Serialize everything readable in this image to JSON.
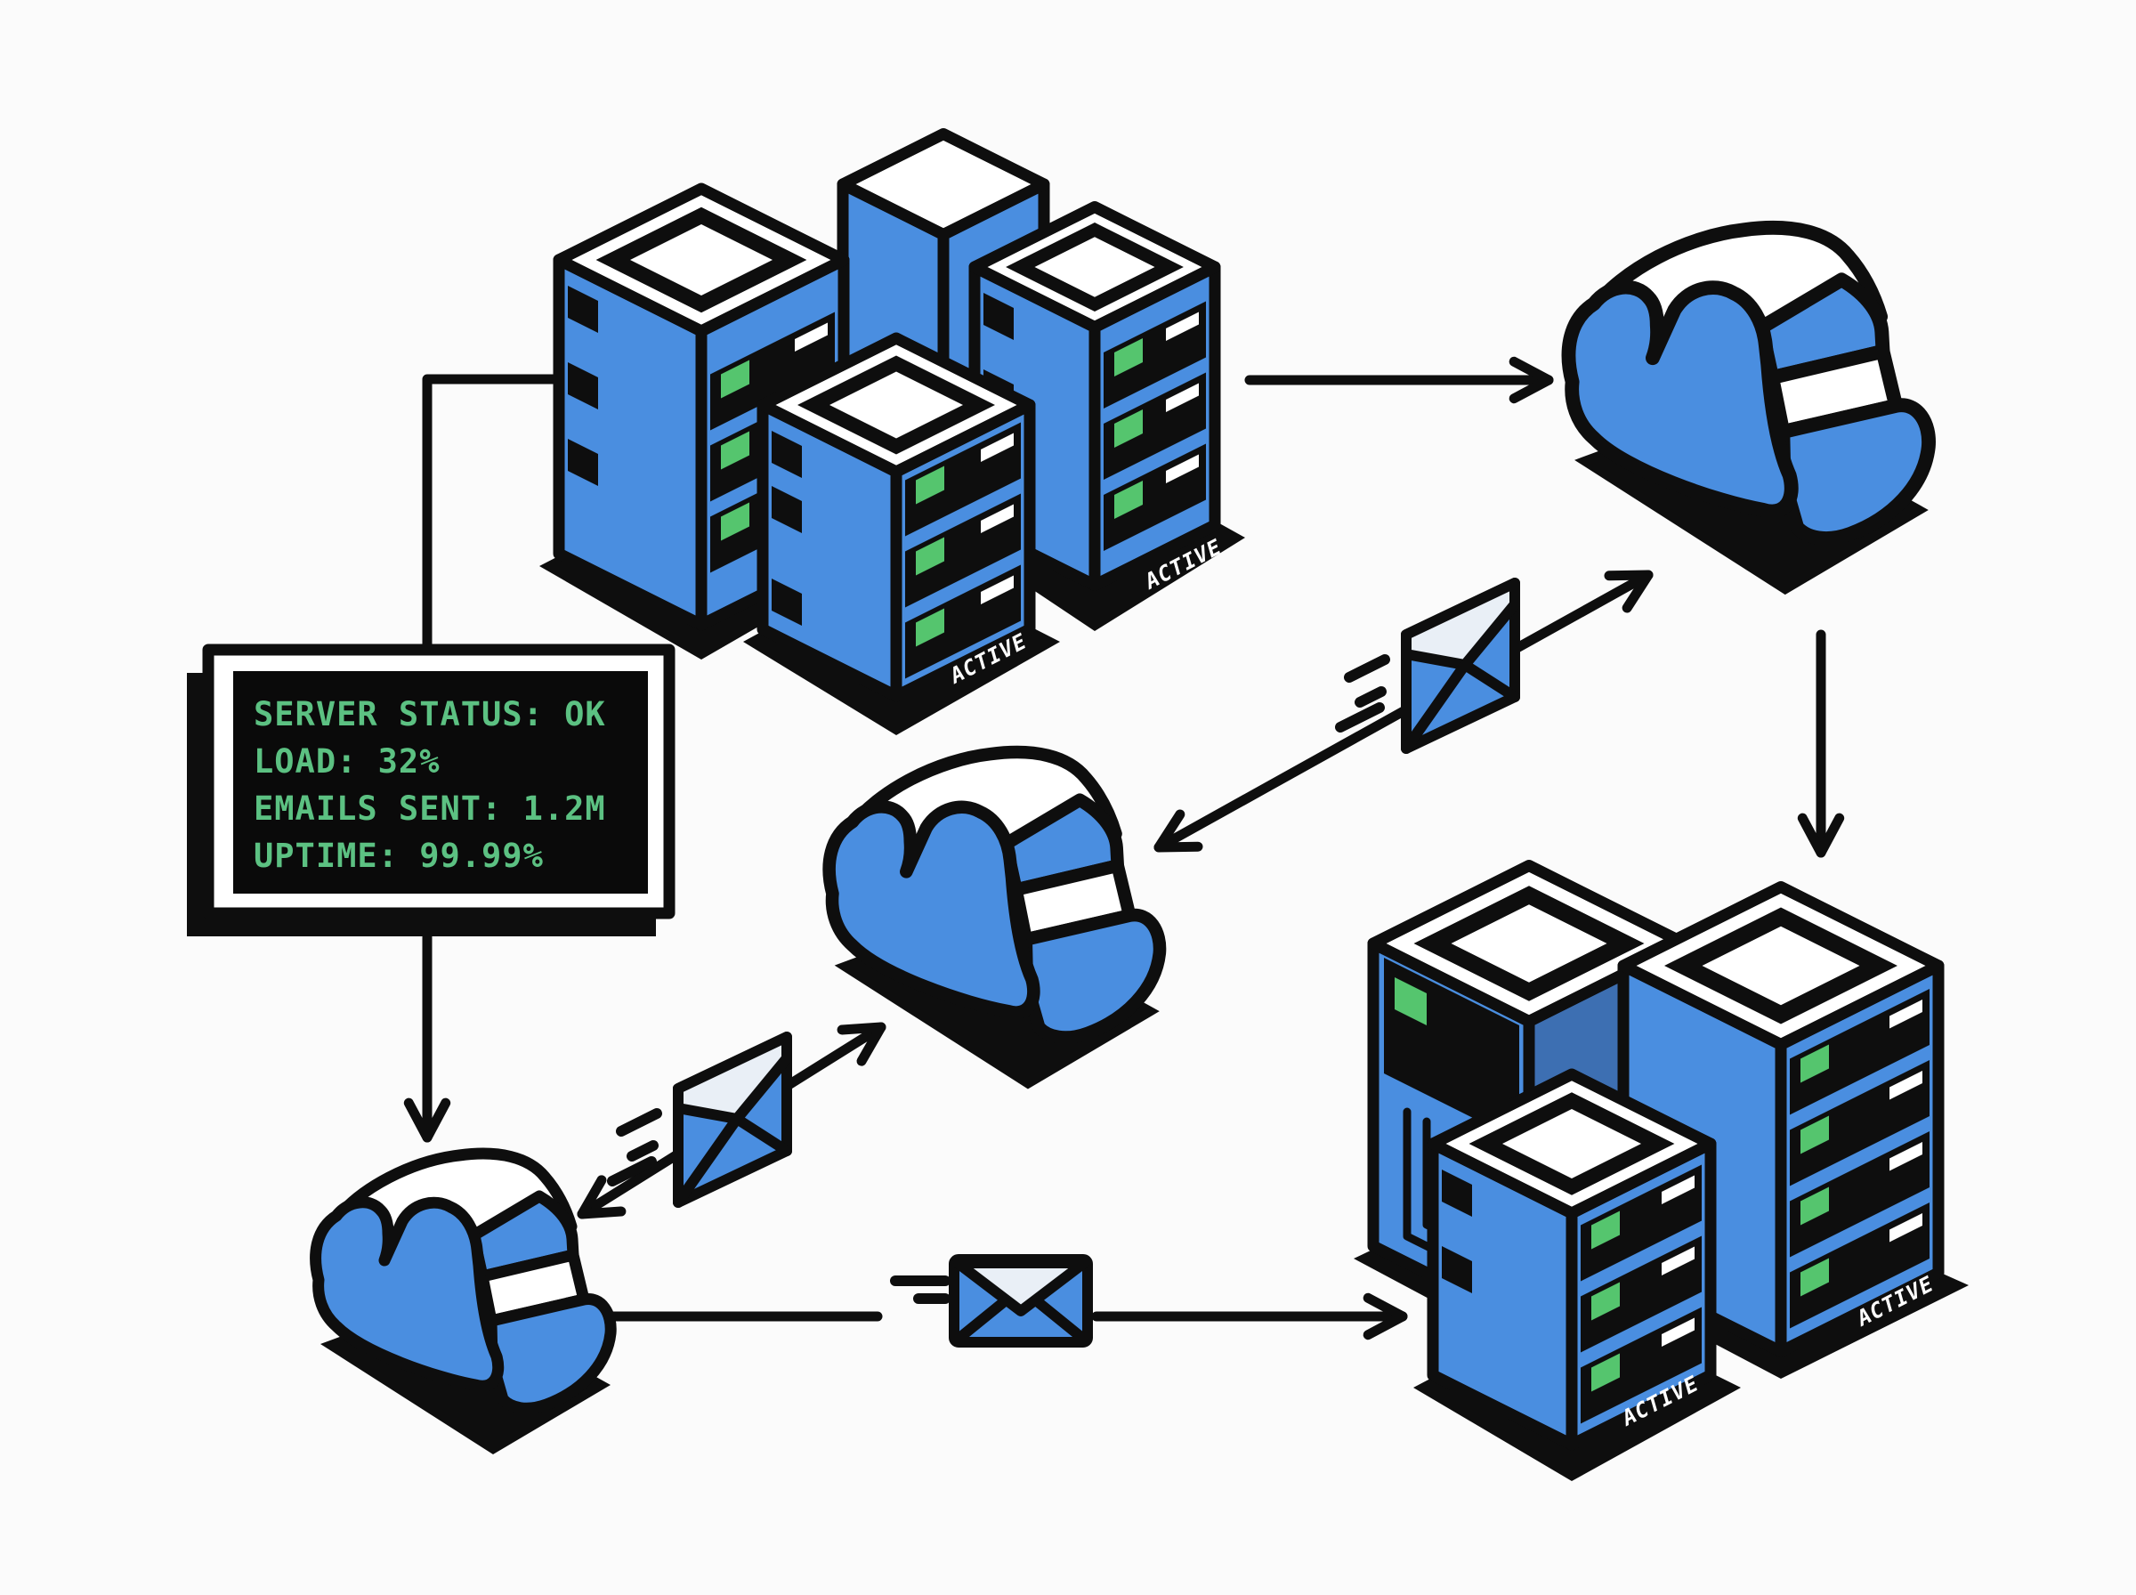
{
  "terminal": {
    "lines": [
      "SERVER STATUS: OK",
      "LOAD: 32%",
      "EMAILS SENT: 1.2M",
      "UPTIME: 99.99%"
    ]
  },
  "labels": {
    "active": "ACTIVE"
  },
  "colors": {
    "blue": "#4A8EE0",
    "blue_dark": "#3D6FB2",
    "green": "#55C56E",
    "term": "#5CC182",
    "ink": "#0E0E0E",
    "paper": "#FBFBFB",
    "flap": "#E9EFF6"
  },
  "icons": {
    "server_tower": "isometric-server-tower",
    "cloud": "isometric-cloud-service",
    "envelope": "email-envelope",
    "terminal": "crt-status-screen",
    "arrow": "flow-arrow"
  }
}
